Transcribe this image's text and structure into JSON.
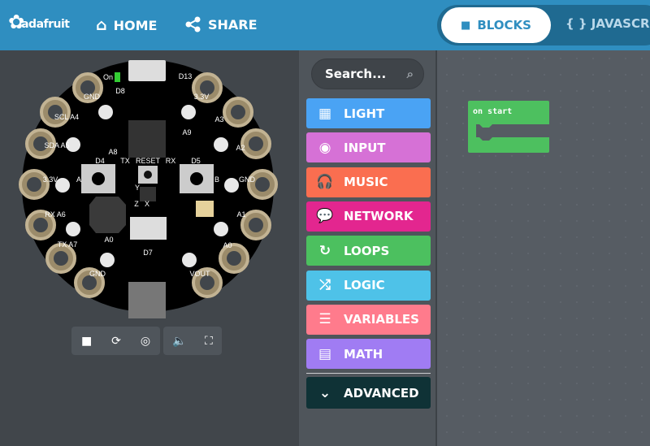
{
  "header": {
    "logo": "adafruit",
    "home_label": "HOME",
    "share_label": "SHARE",
    "blocks_tab": "BLOCKS",
    "javascript_tab": "{ } JAVASCRIPT",
    "color": "#2f8ec0"
  },
  "simulator": {
    "board_labels": {
      "on": "On",
      "d13": "D13",
      "gnd_tl": "GND",
      "d8": "D8",
      "v33_tr": "3.3V",
      "scl_a4": "SCL A4",
      "a3": "A3",
      "a9": "A9",
      "sda_a5": "SDA A5",
      "a8": "A8",
      "a2": "A2",
      "d4": "D4",
      "tx": "TX",
      "reset": "RESET",
      "rx": "RX",
      "d5": "D5",
      "v33_l": "3.3V",
      "gnd_r": "GND",
      "btn_a": "A",
      "btn_b": "B",
      "rx_a6": "RX A6",
      "a1": "A1",
      "tx_a7": "TX A7",
      "a0_music": "A0",
      "d7": "D7",
      "a0_r": "A0",
      "gnd_bl": "GND",
      "vout": "VOUT",
      "axis_y": "Y",
      "axis_x": "X",
      "axis_z": "Z"
    },
    "controls": [
      "stop-icon",
      "restart-icon",
      "slow-motion-icon",
      "mute-icon",
      "fullscreen-icon"
    ]
  },
  "toolbox": {
    "search_placeholder": "Search...",
    "categories": [
      {
        "label": "LIGHT",
        "icon": "grid-icon",
        "color": "#4aa3f4"
      },
      {
        "label": "INPUT",
        "icon": "target-icon",
        "color": "#d671d6"
      },
      {
        "label": "MUSIC",
        "icon": "headphones-icon",
        "color": "#fa6e50"
      },
      {
        "label": "NETWORK",
        "icon": "chat-icon",
        "color": "#e3268f"
      },
      {
        "label": "LOOPS",
        "icon": "refresh-icon",
        "color": "#4cc05f"
      },
      {
        "label": "LOGIC",
        "icon": "shuffle-icon",
        "color": "#4ec2e8"
      },
      {
        "label": "VARIABLES",
        "icon": "list-icon",
        "color": "#ff7b8c"
      },
      {
        "label": "MATH",
        "icon": "calculator-icon",
        "color": "#a07cf3"
      }
    ],
    "advanced": {
      "label": "ADVANCED",
      "color": "#0f3236"
    }
  },
  "workspace": {
    "block": {
      "label": "on start",
      "color": "#4dc05f"
    }
  }
}
